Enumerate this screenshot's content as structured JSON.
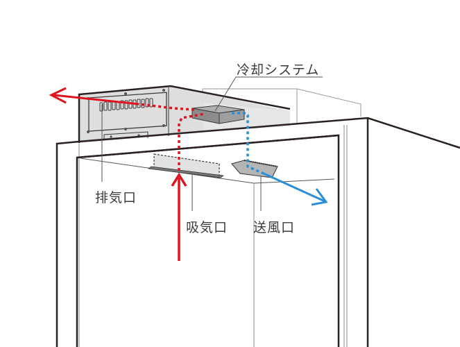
{
  "diagram": {
    "type": "cooling-airflow-illustration",
    "labels": {
      "cooling_system": "冷却システム",
      "exhaust_port": "排気口",
      "intake_port": "吸気口",
      "supply_port": "送風口"
    },
    "colors": {
      "hot_air": "#e0141e",
      "cool_air": "#2a8fd6",
      "outline": "#2a2220",
      "panel_fill": "#dcdcdc",
      "unit_fill": "#8c8c8c",
      "leader_line": "#555555"
    },
    "flows": [
      {
        "name": "hot-air-flow",
        "color": "hot_air",
        "path": [
          "intake_port",
          "cooling_system",
          "exhaust_port"
        ]
      },
      {
        "name": "cool-air-flow",
        "color": "cool_air",
        "path": [
          "cooling_system",
          "supply_port"
        ]
      }
    ]
  }
}
